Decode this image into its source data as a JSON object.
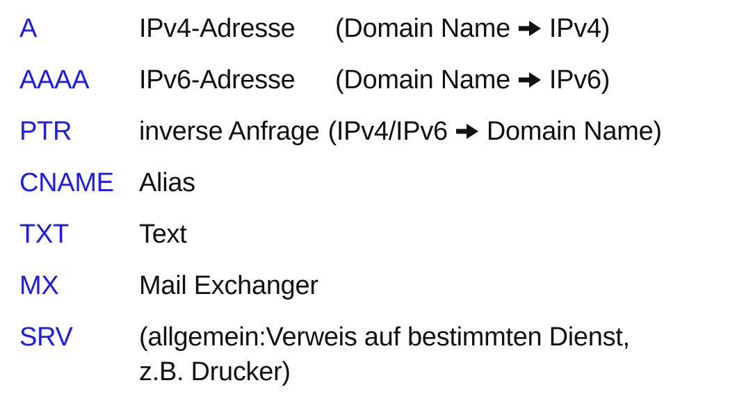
{
  "page": {
    "background": "#ffffff",
    "text_color": "#111111",
    "accent_blue": "#1b1bf0",
    "arrow_color": "#111111"
  },
  "records": [
    {
      "term": "A",
      "name": "IPv4-Adresse",
      "map_from": "(Domain Name",
      "map_to": "IPv4)"
    },
    {
      "term": "AAAA",
      "name": "IPv6-Adresse",
      "map_from": "(Domain Name",
      "map_to": "IPv6)"
    },
    {
      "term": "PTR",
      "name": "inverse Anfrage",
      "map_from": "(IPv4/IPv6",
      "map_to": "Domain Name)"
    },
    {
      "term": "CNAME",
      "name": "Alias"
    },
    {
      "term": "TXT",
      "name": "Text"
    },
    {
      "term": "MX",
      "name": "Mail Exchanger"
    },
    {
      "term": "SRV",
      "name": "(allgemein:Verweis auf bestimmten Dienst,",
      "name_line2": "z.B. Drucker)"
    }
  ],
  "icons": {
    "arrow": "heavy-right-arrow"
  }
}
